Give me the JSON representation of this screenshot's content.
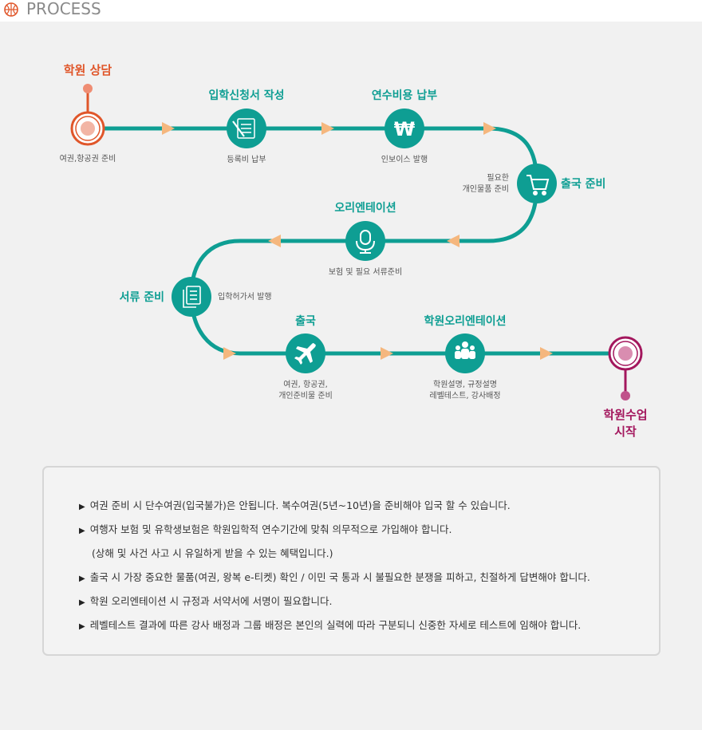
{
  "header": {
    "title": "PROCESS"
  },
  "steps": {
    "consult": {
      "title": "학원 상담",
      "desc": "여권,항공권 준비"
    },
    "application": {
      "title": "입학신청서 작성",
      "desc": "등록비 납부"
    },
    "payment": {
      "title": "연수비용 납부",
      "desc": "인보이스 발행"
    },
    "departure_prep": {
      "title": "출국 준비",
      "desc_lines": [
        "필요한",
        "개인물품 준비"
      ]
    },
    "orientation": {
      "title": "오리엔테이션",
      "desc": "보험 및 필요 서류준비"
    },
    "documents": {
      "title": "서류 준비",
      "desc": "입학허가서 발행"
    },
    "departure": {
      "title": "출국",
      "desc_lines": [
        "여권, 항공권,",
        "개인준비물 준비"
      ]
    },
    "school_orientation": {
      "title": "학원오리엔테이션",
      "desc_lines": [
        "학원설명, 규정설명",
        "레벨테스트, 강사배정"
      ]
    },
    "start": {
      "title_lines": [
        "학원수업",
        "시작"
      ]
    }
  },
  "icons": {
    "payment": "won-sign-icon",
    "application": "document-pen-icon",
    "departure_prep": "shopping-cart-icon",
    "orientation": "microphone-icon",
    "documents": "documents-icon",
    "departure": "airplane-icon",
    "school_orientation": "people-group-icon"
  },
  "glyphs": {
    "won": "₩"
  },
  "colors": {
    "teal": "#0e9e93",
    "orange_red": "#e0562a",
    "magenta": "#a3175d",
    "arrow": "#f5b77e"
  },
  "notes": [
    {
      "text": "여권 준비 시 단수여권(입국불가)은 안됩니다. 복수여권(5년~10년)을 준비해야 입국 할 수 있습니다.",
      "bullet": true
    },
    {
      "text": "여행자 보험 및 유학생보험은 학원입학적 연수기간에 맞춰 의무적으로 가입해야 합니다.",
      "bullet": true
    },
    {
      "text": "(상해 및 사건 사고 시 유일하게 받을 수 있는 혜택입니다.)",
      "bullet": false
    },
    {
      "text": "출국 시 가장 중요한 물품(여권, 왕복 e-티켓) 확인 / 이민 국 통과 시 불필요한 분쟁을 피하고, 친절하게 답변해야 합니다.",
      "bullet": true
    },
    {
      "text": "학원 오리엔테이션 시 규정과 서약서에 서명이 필요합니다.",
      "bullet": true
    },
    {
      "text": "레벨테스트 결과에 따른 강사 배정과 그룹 배정은 본인의 실력에 따라 구분되니 신중한 자세로 테스트에 임해야 합니다.",
      "bullet": true
    }
  ]
}
